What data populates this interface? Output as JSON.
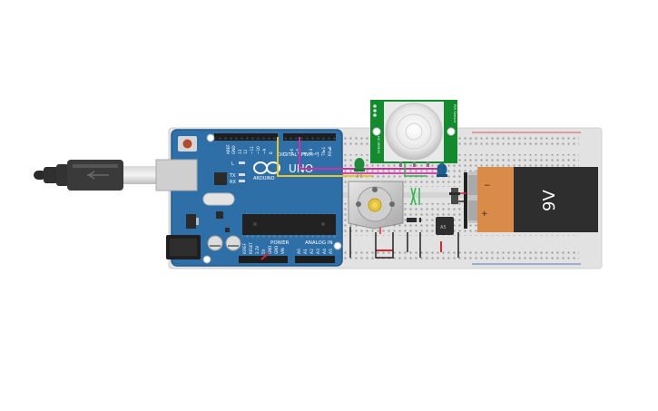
{
  "arduino": {
    "logo": "UNO",
    "brand": "ARDUINO",
    "digital_label": "DIGITAL (PWM~)",
    "power_label": "POWER",
    "analog_label": "ANALOG IN",
    "pin_aref": "AREF",
    "pin_gnd": "GND",
    "pin_13": "13",
    "pin_12": "12",
    "pin_11": "~11",
    "pin_10": "~10",
    "pin_9": "~9",
    "pin_8": "8",
    "pin_7": "7",
    "pin_6": "~6",
    "pin_5": "~5",
    "pin_4": "4",
    "pin_3": "~3",
    "pin_2": "2",
    "pin_1": "TX▸1",
    "pin_0": "RX◂0",
    "power_pins": [
      "IOREF",
      "RESET",
      "3.3V",
      "5V",
      "GND",
      "GND",
      "VIN"
    ],
    "analog_pins": [
      "A0",
      "A1",
      "A2",
      "A3",
      "A4",
      "A5"
    ],
    "led_l": "L",
    "led_tx": "TX",
    "led_rx": "RX"
  },
  "battery": {
    "label": "9V",
    "minus": "−",
    "plus": "+"
  },
  "pir": {
    "text_left": "HC-SR501",
    "text_right": "PIR Sensor"
  },
  "colors": {
    "board": "#2f6fa7",
    "breadboard": "#e2e2e2",
    "battery_body": "#2e2e2e",
    "battery_cap": "#d98b4a",
    "pir_pcb": "#138a2e",
    "wire_magenta": "#cc2fa5",
    "wire_yellow": "#e5c52a",
    "wire_red": "#d9262b",
    "wire_black": "#222222",
    "wire_green": "#2eb84d"
  }
}
